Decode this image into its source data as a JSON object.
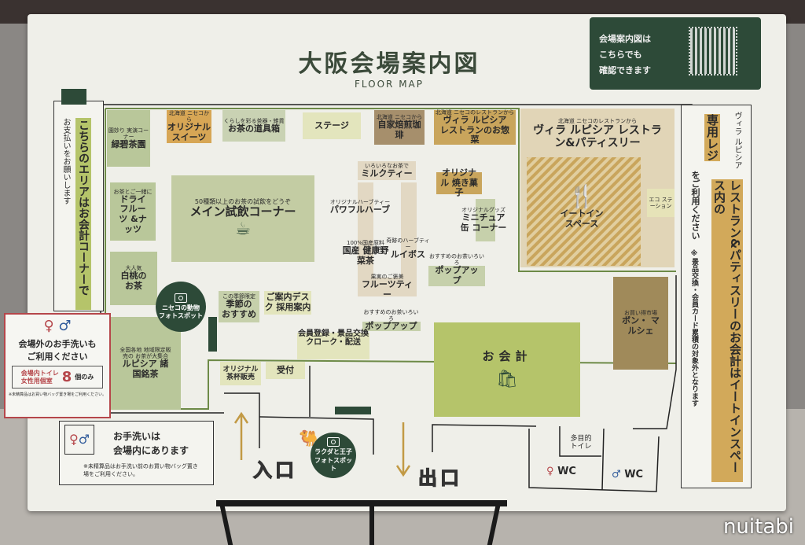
{
  "header": {
    "title": "大阪会場案内図",
    "subtitle": "FLOOR MAP"
  },
  "qr_panel": {
    "lines": [
      "会場案内図は",
      "こちらでも",
      "確認できます"
    ]
  },
  "left_callout": {
    "main": "こちらのエリアはお会計コーナーで",
    "sub": "お支払いをお願いします"
  },
  "right_callout": {
    "top_small": "ヴィラ ルピシア",
    "highlight1": "専用レジ",
    "text1": "をご利用ください",
    "highlight2": "レストラン&パティスリーのお会計はイートインスペース内の",
    "note": "※景品交換・会員カード累積の対象外となります"
  },
  "booths": [
    {
      "sub": "園妙り 実演コーナー",
      "name": "緑碧茶園"
    },
    {
      "sub": "北海道 ニセコから",
      "name": "オリジナル スイーツ"
    },
    {
      "sub": "くらしを彩る茶器・雑貨",
      "name": "お茶の道具箱"
    },
    {
      "sub": "",
      "name": "ステージ"
    },
    {
      "sub": "北海道 ニセコから",
      "name": "自家焙煎珈琲"
    },
    {
      "sub": "北海道 ニセコのレストランから",
      "name": "ヴィラ ルピシア レストランのお惣菜"
    },
    {
      "sub": "北海道 ニセコのレストランから",
      "name": "ヴィラ ルピシア レストラン&パティスリー"
    },
    {
      "sub": "",
      "name": "イートイン スペース"
    },
    {
      "sub": "",
      "name": "エコ ステーション"
    },
    {
      "sub": "お茶とご一緒に",
      "name": "ドライ フルーツ &ナッツ"
    },
    {
      "sub": "50種類以上のお茶の試飲をどうぞ",
      "name": "メイン試飲コーナー"
    },
    {
      "sub": "いろいろなお茶で",
      "name": "ミルクティー"
    },
    {
      "sub": "オリジナルハーブティー",
      "name": "パワフルハーブ"
    },
    {
      "sub": "",
      "name": "オリジナル 焼き菓子"
    },
    {
      "sub": "オリジナルグッズ",
      "name": "ミニチュア缶 コーナー"
    },
    {
      "sub": "100%国産原料",
      "name": "国産 健康野菜茶"
    },
    {
      "sub": "奇跡のハーブティー",
      "name": "ルイボス"
    },
    {
      "sub": "おすすめのお茶いろいろ",
      "name": "ポップアップ"
    },
    {
      "sub": "果実のご褒美",
      "name": "フルーツティー"
    },
    {
      "sub": "おすすめのお茶いろいろ",
      "name": "ポップアップ"
    },
    {
      "sub": "大人気",
      "name": "白桃の お茶"
    },
    {
      "sub": "この季節限定",
      "name": "季節の おすすめ"
    },
    {
      "sub": "",
      "name": "ご案内デスク 採用案内"
    },
    {
      "sub": "",
      "name": "会員登録・景品交換 クローク・配送"
    },
    {
      "sub": "全国各地 地域限定販売の お茶が大集合",
      "name": "ルピシア 諸国銘茶"
    },
    {
      "sub": "",
      "name": "オリジナル 茶杯販売"
    },
    {
      "sub": "",
      "name": "受付"
    },
    {
      "sub": "",
      "name": "お会計"
    },
    {
      "sub": "お買い得市場",
      "name": "ボン・ マルシェ"
    },
    {
      "sub": "",
      "name": "多目的 トイレ"
    }
  ],
  "photo_spots": [
    {
      "label": "ニセコの動物 フォトスポット"
    },
    {
      "label": "ラクダと王子 フォトスポット"
    }
  ],
  "entrance": "入口",
  "exit": "出口",
  "wc_label": "WC",
  "outside_restroom": {
    "title1": "会場外のお手洗いも",
    "title2": "ご利用ください",
    "box_line1": "会場内トイレ",
    "box_line2": "女性用個室",
    "count": "8",
    "count_suffix": "個のみ",
    "note": "※未精算品はお買い物バッグ置き場をご利用ください。"
  },
  "inside_restroom": {
    "title1": "お手洗いは",
    "title2": "会場内にあります",
    "note": "※未精算品はお手洗い前のお買い物バッグ置き場をご利用ください。"
  },
  "watermark": "nuitabi",
  "colors": {
    "dark_green": "#2d4a38",
    "green": "#b9c79a",
    "lime": "#b5c46a",
    "gold": "#c9a55c",
    "brown": "#a68f6c",
    "red": "#b5464a"
  }
}
